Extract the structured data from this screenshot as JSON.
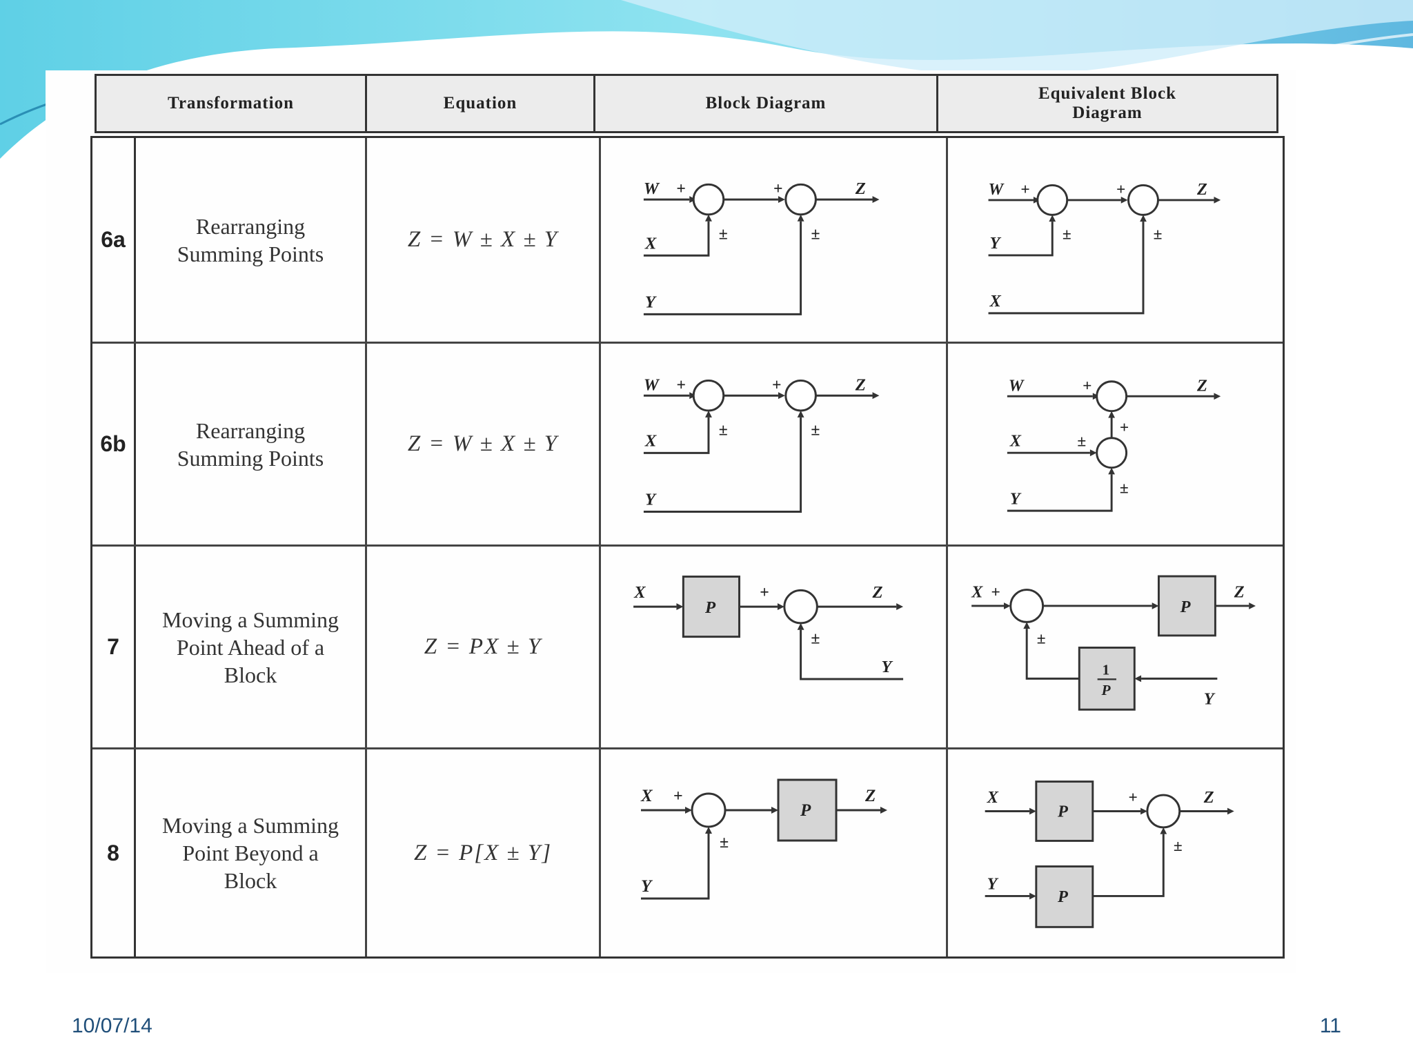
{
  "slide": {
    "date": "10/07/14",
    "page_number": "11"
  },
  "table": {
    "headers": {
      "transformation": "Transformation",
      "equation": "Equation",
      "block_diagram": "Block Diagram",
      "equivalent_line1": "Equivalent Block",
      "equivalent_line2": "Diagram"
    },
    "rows": [
      {
        "id": "6a",
        "transformation_lines": [
          "Rearranging",
          "Summing Points"
        ],
        "equation": "Z = W ± X ± Y"
      },
      {
        "id": "6b",
        "transformation_lines": [
          "Rearranging",
          "Summing Points"
        ],
        "equation": "Z = W ± X ± Y"
      },
      {
        "id": "7",
        "transformation_lines": [
          "Moving a Summing",
          "Point Ahead of a",
          "Block"
        ],
        "equation": "Z = PX ± Y"
      },
      {
        "id": "8",
        "transformation_lines": [
          "Moving a Summing",
          "Point Beyond a",
          "Block"
        ],
        "equation": "Z = P[X ± Y]"
      }
    ]
  },
  "diagram_labels": {
    "W": "W",
    "X": "X",
    "Y": "Y",
    "Z": "Z",
    "P": "P",
    "plus": "+",
    "plusminus": "±",
    "inv_num": "1",
    "inv_den": "P"
  }
}
